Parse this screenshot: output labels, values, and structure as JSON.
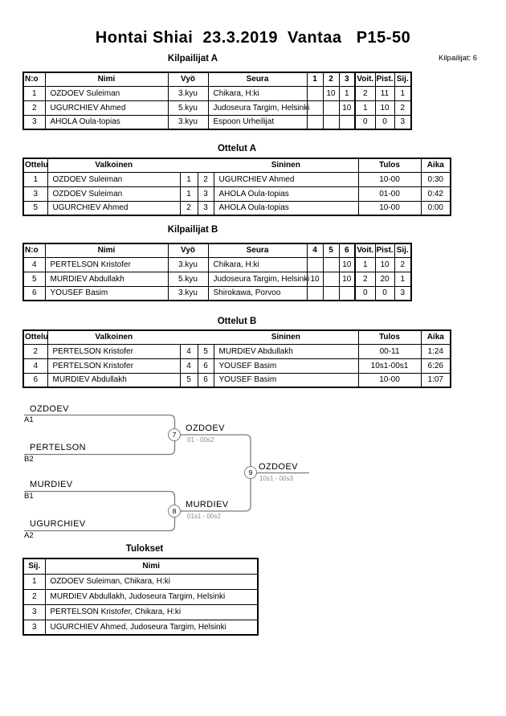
{
  "page": {
    "title": "Hontai Shiai  23.3.2019  Vantaa   P15-50",
    "competitors_label": "Kilpailijat: 6"
  },
  "pool_a": {
    "title": "Kilpailijat A",
    "headers": {
      "no": "N:o",
      "name": "Nimi",
      "belt": "Vyö",
      "club": "Seura",
      "c1": "1",
      "c2": "2",
      "c3": "3",
      "wins": "Voit.",
      "points": "Pist.",
      "place": "Sij."
    },
    "rows": [
      {
        "no": "1",
        "name": "OZDOEV Suleiman",
        "belt": "3.kyu",
        "club": "Chikara, H:ki",
        "c1": "",
        "c2": "10",
        "c3": "1",
        "wins": "2",
        "points": "11",
        "place": "1"
      },
      {
        "no": "2",
        "name": "UGURCHIEV Ahmed",
        "belt": "5.kyu",
        "club": "Judoseura Targim, Helsinki",
        "c1": "",
        "c2": "",
        "c3": "10",
        "wins": "1",
        "points": "10",
        "place": "2"
      },
      {
        "no": "3",
        "name": "AHOLA Oula-topias",
        "belt": "3.kyu",
        "club": "Espoon Urheilijat",
        "c1": "",
        "c2": "",
        "c3": "",
        "wins": "0",
        "points": "0",
        "place": "3"
      }
    ]
  },
  "matches_a": {
    "title": "Ottelut A",
    "headers": {
      "match": "Ottelu",
      "white": "Valkoinen",
      "blue": "Sininen",
      "result": "Tulos",
      "time": "Aika"
    },
    "rows": [
      {
        "match": "1",
        "white": "OZDOEV Suleiman",
        "wno": "1",
        "bno": "2",
        "blue": "UGURCHIEV Ahmed",
        "result": "10-00",
        "time": "0:30"
      },
      {
        "match": "3",
        "white": "OZDOEV Suleiman",
        "wno": "1",
        "bno": "3",
        "blue": "AHOLA Oula-topias",
        "result": "01-00",
        "time": "0:42"
      },
      {
        "match": "5",
        "white": "UGURCHIEV Ahmed",
        "wno": "2",
        "bno": "3",
        "blue": "AHOLA Oula-topias",
        "result": "10-00",
        "time": "0:00"
      }
    ]
  },
  "pool_b": {
    "title": "Kilpailijat B",
    "headers": {
      "no": "N:o",
      "name": "Nimi",
      "belt": "Vyö",
      "club": "Seura",
      "c1": "4",
      "c2": "5",
      "c3": "6",
      "wins": "Voit.",
      "points": "Pist.",
      "place": "Sij."
    },
    "rows": [
      {
        "no": "4",
        "name": "PERTELSON Kristofer",
        "belt": "3.kyu",
        "club": "Chikara, H:ki",
        "c1": "",
        "c2": "",
        "c3": "10",
        "wins": "1",
        "points": "10",
        "place": "2"
      },
      {
        "no": "5",
        "name": "MURDIEV Abdullakh",
        "belt": "5.kyu",
        "club": "Judoseura Targim, Helsinki",
        "c1": "10",
        "c2": "",
        "c3": "10",
        "wins": "2",
        "points": "20",
        "place": "1"
      },
      {
        "no": "6",
        "name": "YOUSEF Basim",
        "belt": "3.kyu",
        "club": "Shirokawa, Porvoo",
        "c1": "",
        "c2": "",
        "c3": "",
        "wins": "0",
        "points": "0",
        "place": "3"
      }
    ]
  },
  "matches_b": {
    "title": "Ottelut B",
    "headers": {
      "match": "Ottelu",
      "white": "Valkoinen",
      "blue": "Sininen",
      "result": "Tulos",
      "time": "Aika"
    },
    "rows": [
      {
        "match": "2",
        "white": "PERTELSON Kristofer",
        "wno": "4",
        "bno": "5",
        "blue": "MURDIEV Abdullakh",
        "result": "00-11",
        "time": "1:24"
      },
      {
        "match": "4",
        "white": "PERTELSON Kristofer",
        "wno": "4",
        "bno": "6",
        "blue": "YOUSEF Basim",
        "result": "10s1-00s1",
        "time": "6:26"
      },
      {
        "match": "6",
        "white": "MURDIEV Abdullakh",
        "wno": "5",
        "bno": "6",
        "blue": "YOUSEF Basim",
        "result": "10-00",
        "time": "1:07"
      }
    ]
  },
  "bracket": {
    "semi1": {
      "top_name": "OZDOEV",
      "top_seed": "A1",
      "bottom_name": "PERTELSON",
      "bottom_seed": "B2",
      "match_no": "7",
      "winner": "OZDOEV",
      "score": "01 - 00s2"
    },
    "semi2": {
      "top_name": "MURDIEV",
      "top_seed": "B1",
      "bottom_name": "UGURCHIEV",
      "bottom_seed": "A2",
      "match_no": "8",
      "winner": "MURDIEV",
      "score": "01s1 - 00s2"
    },
    "final": {
      "match_no": "9",
      "winner": "OZDOEV",
      "score": "10s1 - 00s3"
    }
  },
  "results": {
    "title": "Tulokset",
    "headers": {
      "place": "Sij.",
      "name": "Nimi"
    },
    "rows": [
      {
        "place": "1",
        "name": "OZDOEV Suleiman, Chikara, H:ki"
      },
      {
        "place": "2",
        "name": "MURDIEV Abdullakh, Judoseura Targim, Helsinki"
      },
      {
        "place": "3",
        "name": "PERTELSON Kristofer, Chikara, H:ki"
      },
      {
        "place": "3",
        "name": "UGURCHIEV Ahmed, Judoseura Targim, Helsinki"
      }
    ]
  },
  "colors": {
    "bracket_line": "#7b7b7b",
    "score_text": "#8a8a8a",
    "text": "#000000",
    "background": "#ffffff"
  }
}
